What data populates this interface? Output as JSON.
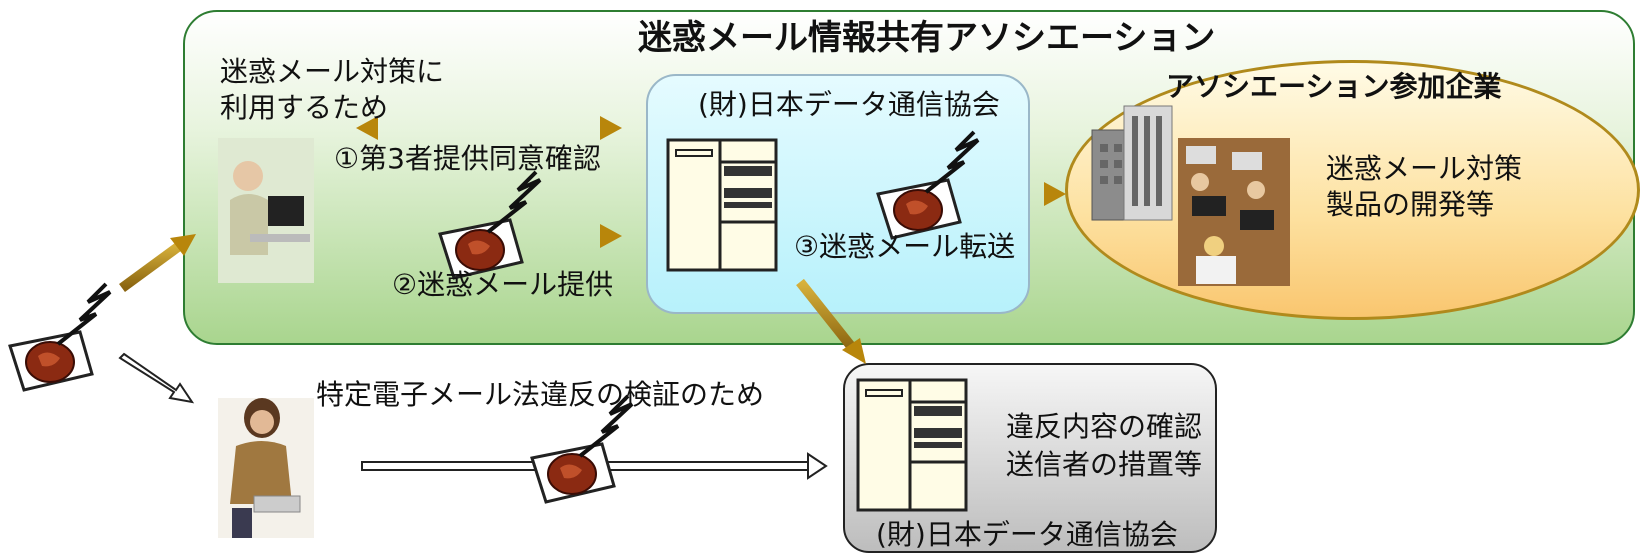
{
  "association": {
    "title": "迷惑メール情報共有アソシエーション"
  },
  "consumer_top": {
    "caption_line1": "迷惑メール対策に",
    "caption_line2": "利用するため"
  },
  "flows": {
    "consent": "①第3者提供同意確認",
    "provide": "②迷惑メール提供",
    "forward": "③迷惑メール転送"
  },
  "jadac_top": {
    "label": "(財)日本データ通信協会"
  },
  "members": {
    "title": "アソシエーション参加企業",
    "desc_line1": "迷惑メール対策",
    "desc_line2": "製品の開発等"
  },
  "consumer_bottom": {
    "caption": "特定電子メール法違反の検証のため"
  },
  "jadac_bottom": {
    "desc_line1": "違反内容の確認",
    "desc_line2": "送信者の措置等",
    "label": "(財)日本データ通信協会"
  },
  "icons": [
    "spam-mail-icon",
    "server-icon",
    "building-icon",
    "office-photo",
    "person-photo"
  ],
  "colors": {
    "accent_arrow": "#b8860b",
    "assoc_green": "#2e7d32",
    "oval_gold": "#b08a1c"
  }
}
